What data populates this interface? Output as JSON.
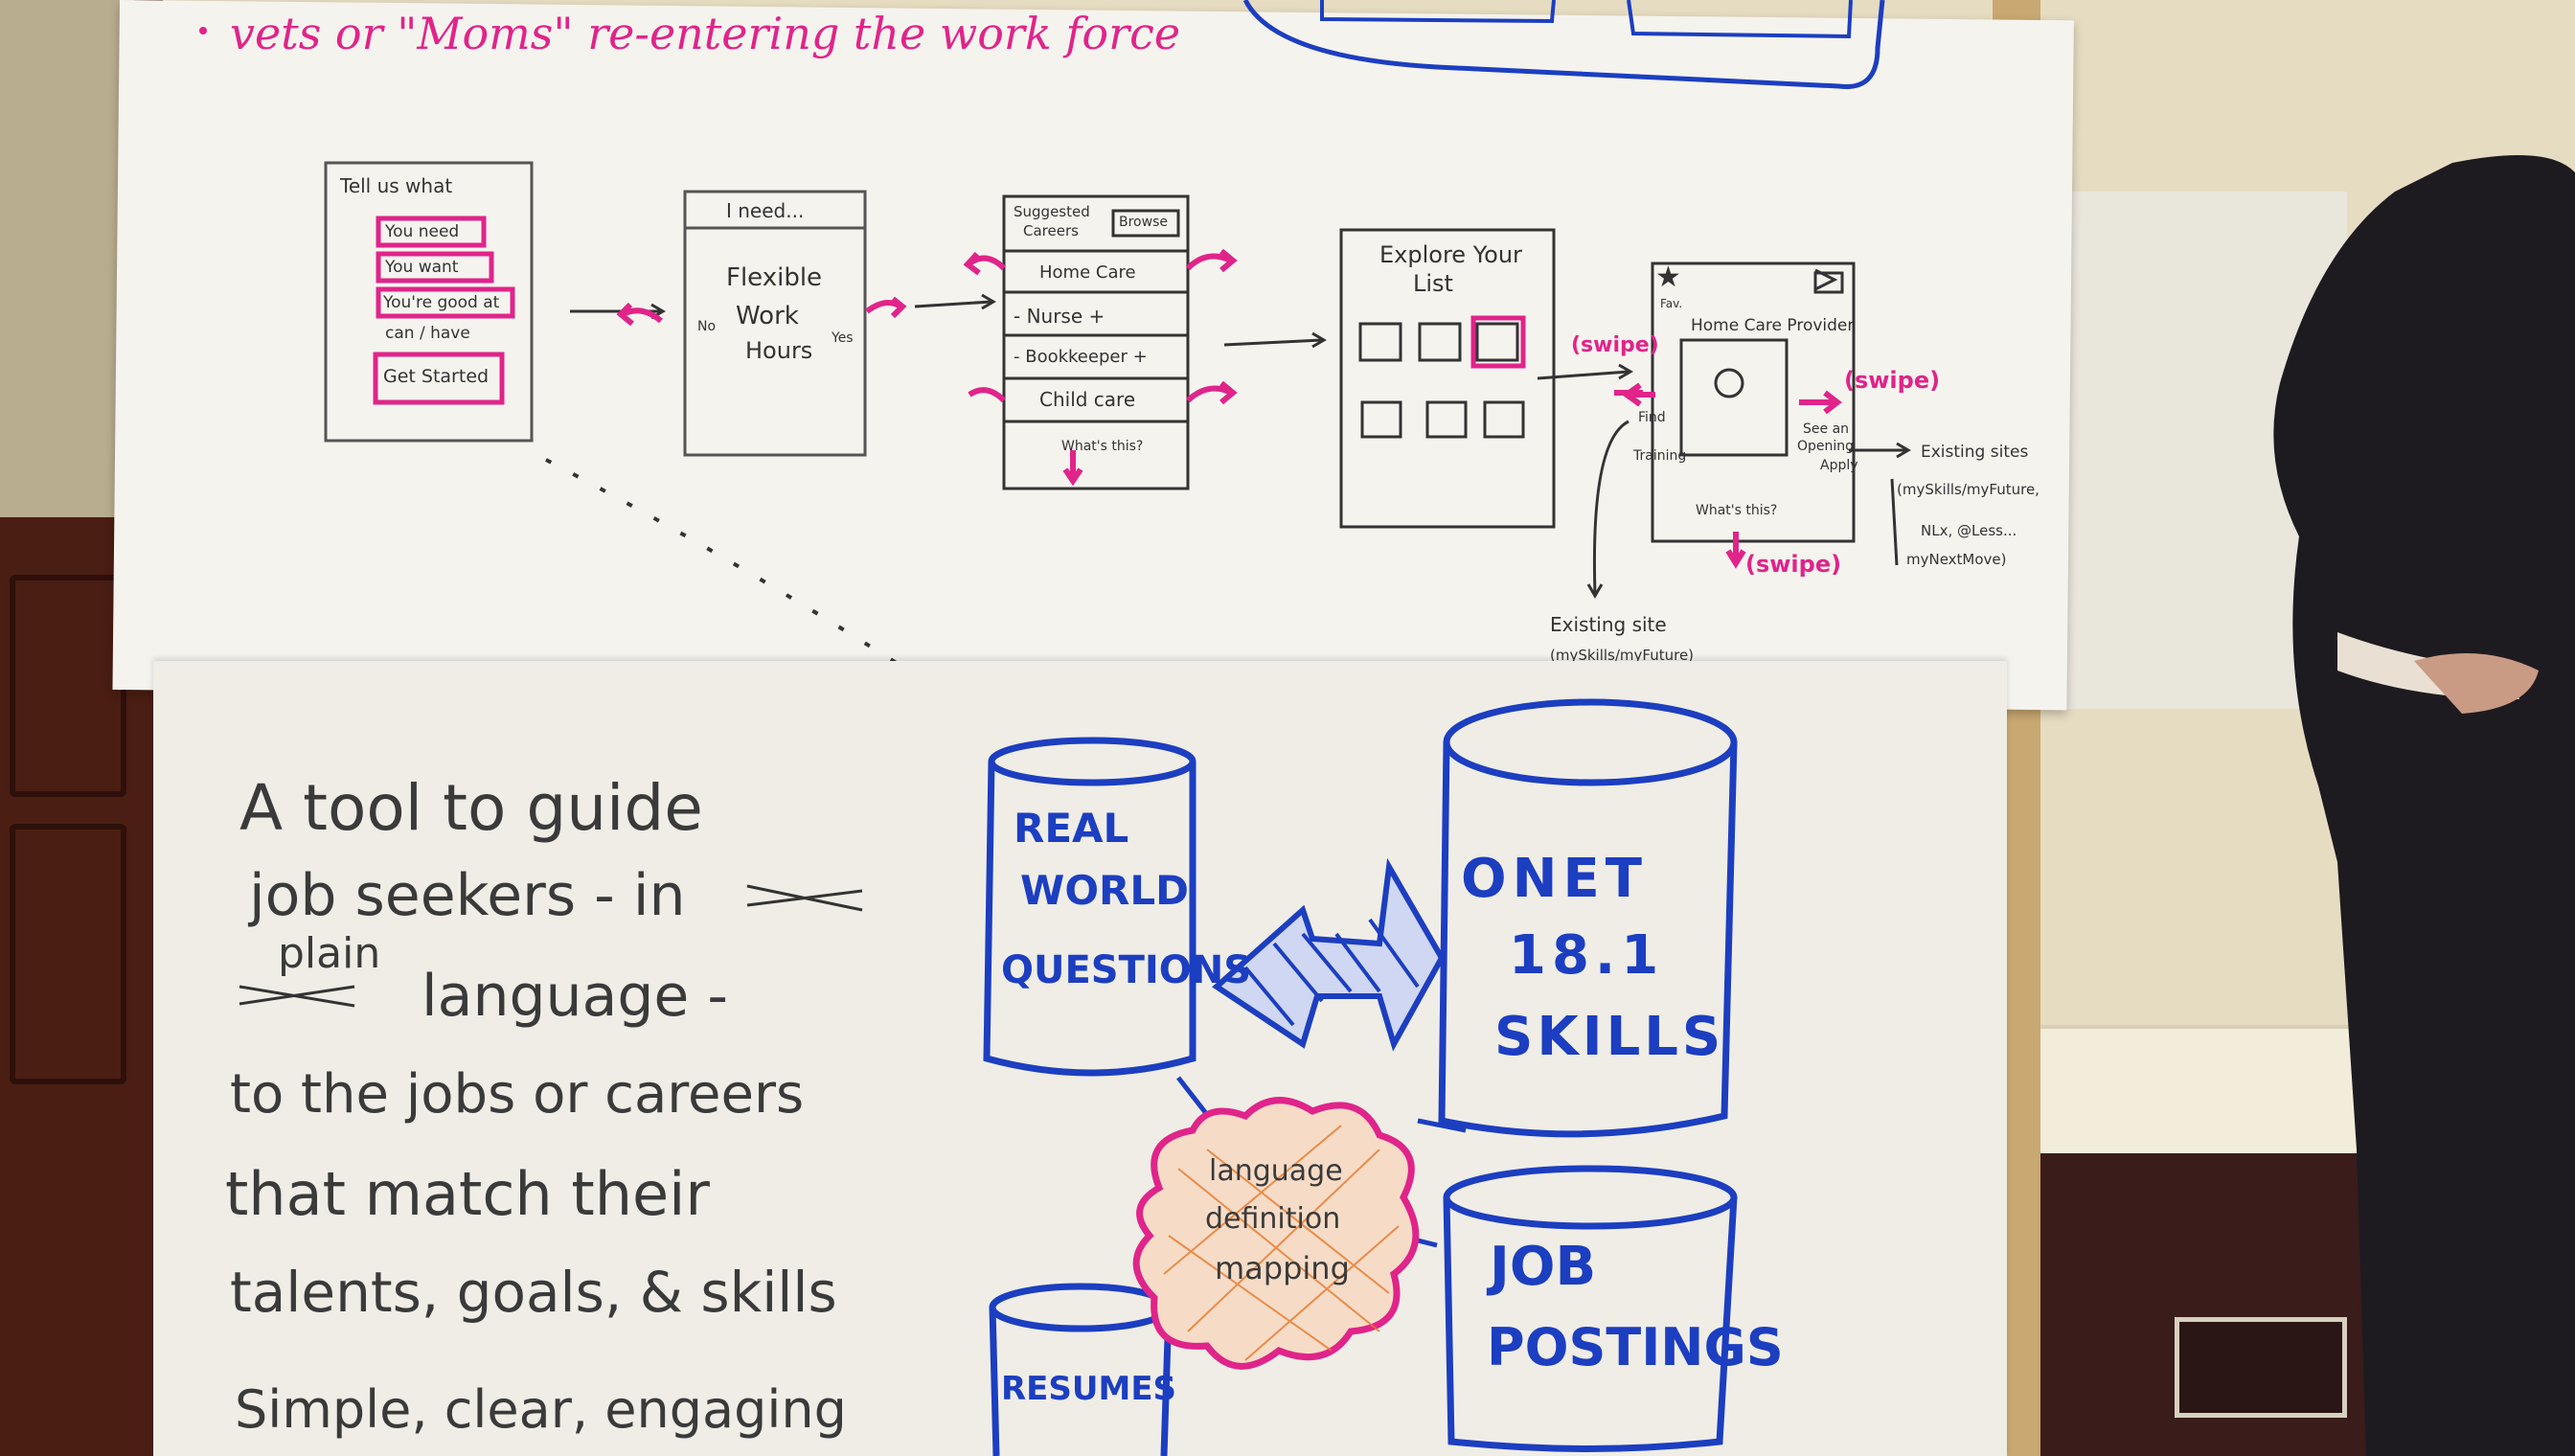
{
  "scene": {
    "wall_color": "#e9e1c8",
    "door_color": "#4a1e12",
    "carpet_color": "#3a1c1a",
    "ink_magenta": "#e0248a",
    "ink_blue": "#1c3ec0",
    "ink_black": "#2a2a2a",
    "ink_orange": "#e8782a"
  },
  "top_sheet": {
    "heading": "vets or \"Moms\" re-entering the work force",
    "screens": [
      {
        "title": "Tell us what",
        "items": [
          "You need",
          "You want",
          "You're good at",
          "can / have"
        ],
        "button": "Get Started"
      },
      {
        "title": "I need...",
        "body": [
          "Flexible",
          "Work",
          "Hours"
        ],
        "left_label": "No",
        "right_label": "Yes"
      },
      {
        "title": [
          "Suggested",
          "Careers"
        ],
        "tag": "Browse",
        "rows": [
          "Home Care",
          "- Nurse +",
          "- Bookkeeper +",
          "Child care"
        ],
        "footer": "What's this?"
      },
      {
        "title": [
          "Explore Your",
          "List"
        ]
      },
      {
        "title": "Home Care Provider",
        "fav": "Fav.",
        "left": [
          "Find",
          "Training"
        ],
        "right": [
          "See an",
          "Opening",
          "Apply"
        ],
        "footer": "What's this?",
        "swipe_labels": [
          "(swipe)",
          "(swipe)",
          "(swipe)"
        ]
      }
    ],
    "notes": {
      "existing_sites": [
        "Existing sites",
        "(mySkills/myFuture,",
        "NLx, @Less...",
        "myNextMove)"
      ],
      "existing_site": [
        "Existing site",
        "(mySkills/myFuture)"
      ]
    }
  },
  "bottom_sheet": {
    "description": [
      "A tool to guide",
      "job seekers - in",
      "plain",
      "language -",
      "to the jobs or careers",
      "that match their",
      "talents, goals, & skills",
      "Simple, clear, engaging"
    ],
    "databases": [
      {
        "lines": [
          "REAL",
          "WORLD",
          "QUESTIONS"
        ]
      },
      {
        "lines": [
          "ONET",
          "18.1",
          "SKILLS"
        ]
      },
      {
        "lines": [
          "JOB",
          "POSTINGS"
        ]
      },
      {
        "lines": [
          "RESUMES"
        ]
      }
    ],
    "center_blob": [
      "language",
      "definition",
      "mapping"
    ]
  }
}
